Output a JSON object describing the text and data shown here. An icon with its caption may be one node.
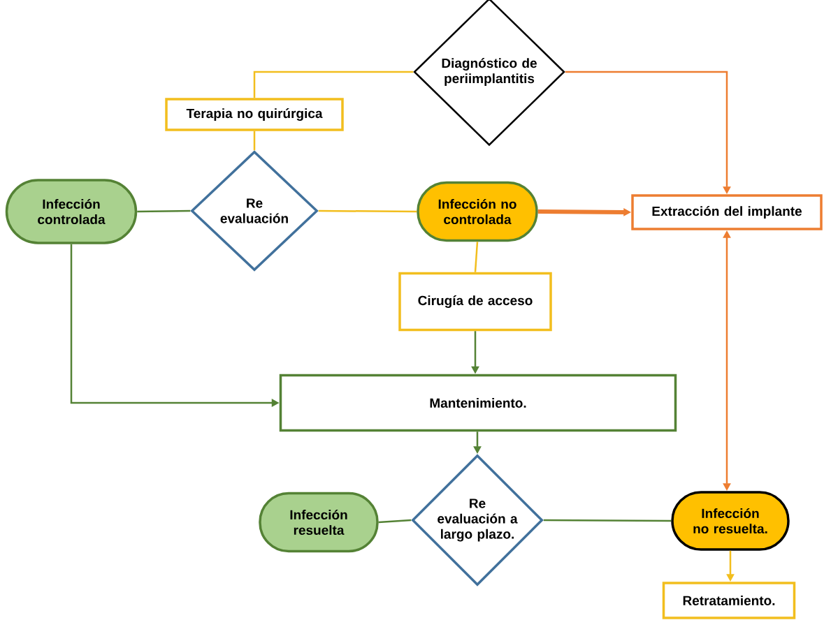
{
  "diagram": {
    "nodes": [
      {
        "text": [
          "Diagnóstico de periimplantitis"
        ]
      },
      {
        "text": [
          "Terapia no quirúrgica"
        ]
      },
      {
        "text": [
          "Infección controlada"
        ]
      },
      {
        "text": [
          "Re evaluación"
        ]
      },
      {
        "text": [
          "Infección no controlada"
        ]
      },
      {
        "text": [
          "Extracción del implante"
        ]
      },
      {
        "text": [
          "Cirugía de acceso"
        ]
      },
      {
        "text": [
          "Mantenimiento."
        ]
      },
      {
        "text": [
          "Infección resuelta"
        ]
      },
      {
        "text": [
          "Re evaluación a largo plazo."
        ]
      },
      {
        "text": [
          "Infección no resuelta."
        ]
      },
      {
        "text": [
          "Retratamiento."
        ]
      }
    ],
    "edges": [
      {
        "from": 0,
        "to": 1,
        "arrow": "none",
        "color": "#f2be1e"
      },
      {
        "from": 1,
        "to": 3,
        "arrow": "none",
        "color": "#f2be1e"
      },
      {
        "from": 3,
        "to": 2,
        "arrow": "none"
      },
      {
        "from": 3,
        "to": 4,
        "arrow": "none",
        "color": "#f2be1e"
      },
      {
        "from": 0,
        "to": 5,
        "arrow": "to",
        "color": "#ed7d31"
      },
      {
        "from": 4,
        "to": 5,
        "arrow": "to",
        "style": "thick",
        "color": "#ed7d31"
      },
      {
        "from": 4,
        "to": 6,
        "arrow": "none",
        "color": "#f2be1e"
      },
      {
        "from": 6,
        "to": 7,
        "arrow": "to"
      },
      {
        "from": 2,
        "to": 7,
        "arrow": "to"
      },
      {
        "from": 7,
        "to": 9,
        "arrow": "to"
      },
      {
        "from": 9,
        "to": 8,
        "arrow": "none"
      },
      {
        "from": 9,
        "to": 10,
        "arrow": "none"
      },
      {
        "from": 5,
        "to": 10,
        "arrow": "both",
        "color": "#ed7d31"
      },
      {
        "from": 10,
        "to": 11,
        "arrow": "to",
        "color": "#f2be1e"
      }
    ]
  }
}
